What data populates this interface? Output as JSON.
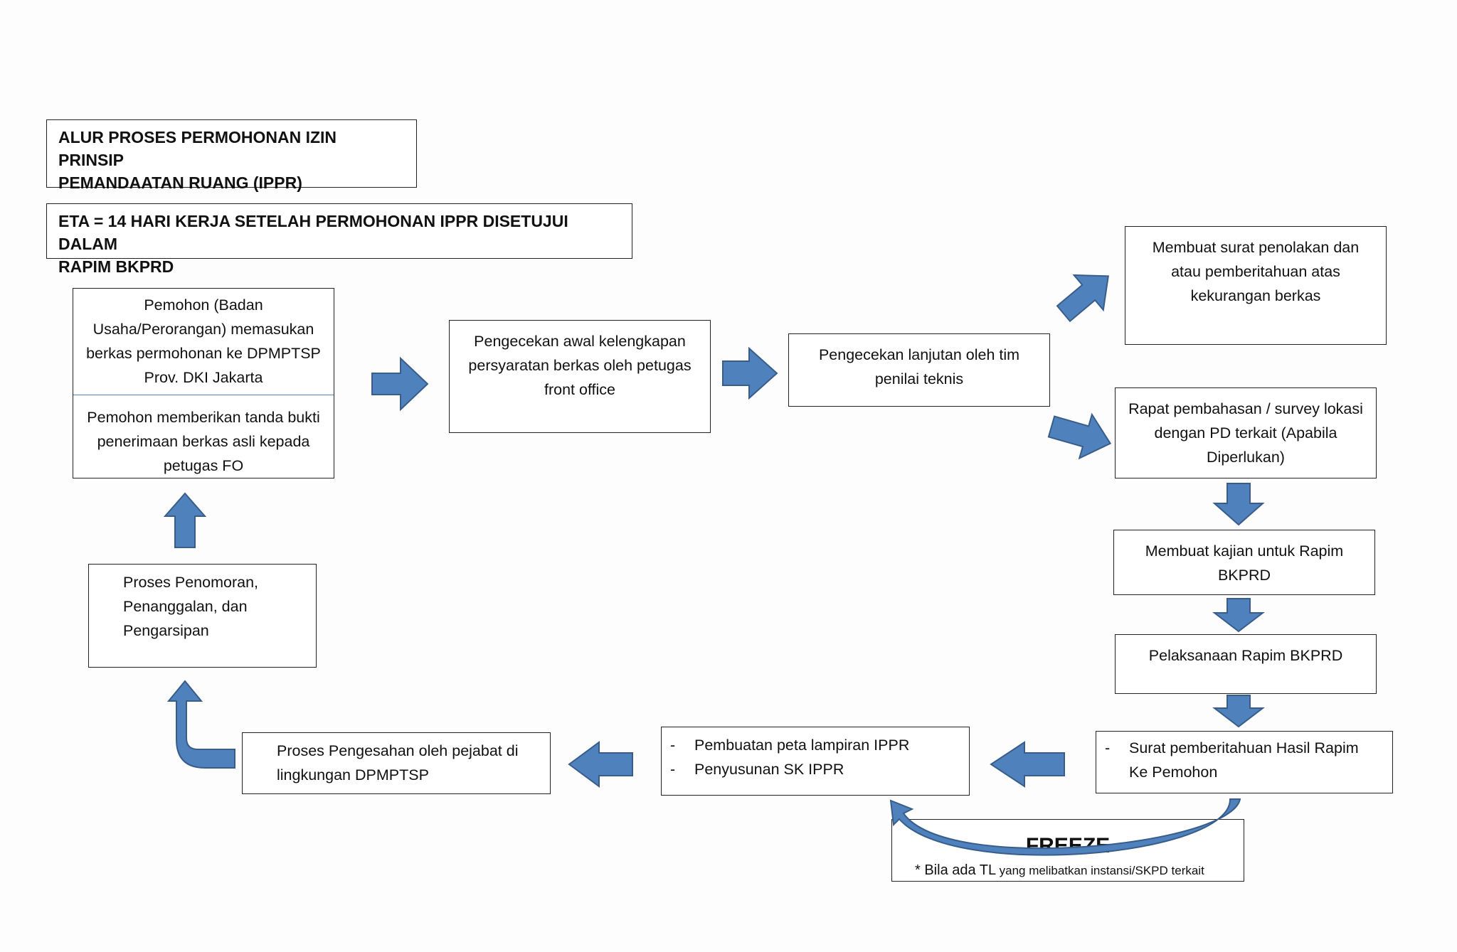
{
  "title": {
    "line1": "ALUR PROSES PERMOHONAN IZIN PRINSIP",
    "line2": "PEMANDAATAN RUANG (IPPR)"
  },
  "eta": {
    "line1": "ETA = 14 HARI KERJA SETELAH PERMOHONAN IPPR DISETUJUI DALAM",
    "line2": "RAPIM BKPRD"
  },
  "steps": {
    "pemohon_top": "Pemohon (Badan Usaha/Perorangan) memasukan berkas permohonan ke DPMPTSP Prov. DKI Jakarta",
    "pemohon_bottom": "Pemohon memberikan tanda bukti penerimaan berkas asli kepada petugas FO",
    "pengecekan_awal": "Pengecekan awal kelengkapan persyaratan berkas oleh petugas front office",
    "pengecekan_lanjutan": "Pengecekan lanjutan oleh tim penilai teknis",
    "surat_penolakan": "Membuat surat penolakan dan atau pemberitahuan atas kekurangan berkas",
    "rapat_pembahasan": "Rapat pembahasan / survey lokasi dengan PD terkait (Apabila Diperlukan)",
    "kajian_rapim": "Membuat kajian untuk Rapim BKPRD",
    "pelaksanaan_rapim": "Pelaksanaan Rapim BKPRD",
    "surat_hasil_rapim": "Surat pemberitahuan Hasil Rapim Ke Pemohon",
    "lampiran_items": [
      "Pembuatan peta lampiran IPPR",
      "Penyusunan SK IPPR"
    ],
    "pengesahan": "Proses Pengesahan oleh pejabat di lingkungan DPMPTSP",
    "penomoran": "Proses Penomoran, Penanggalan, dan Pengarsipan"
  },
  "freeze": {
    "title": "FREEZE",
    "note_star": "* Bila ada TL",
    "note_rest": "yang melibatkan instansi/SKPD terkait"
  },
  "colors": {
    "arrow_fill": "#4F81BD",
    "arrow_stroke": "#385D8A",
    "divider": "#4F81BD"
  }
}
